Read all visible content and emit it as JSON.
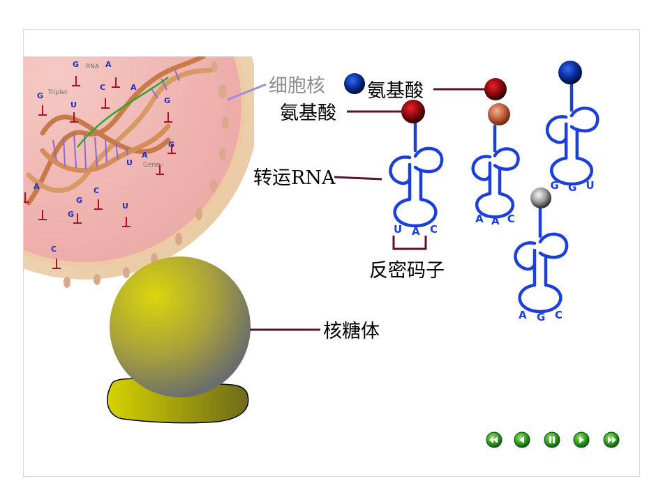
{
  "labels": {
    "nucleus": "细胞核",
    "amino_acid_1": "氨基酸",
    "amino_acid_2": "氨基酸",
    "trna": "转运RNA",
    "anticodon": "反密码子",
    "ribosome": "核糖体"
  },
  "anticodons": [
    [
      "U",
      "A",
      "C"
    ],
    [
      "A",
      "A",
      "C"
    ],
    [
      "G",
      "G",
      "U"
    ],
    [
      "A",
      "G",
      "C"
    ]
  ],
  "dna_text": {
    "rna": "RNA",
    "triplet": "Triplet",
    "gene": "Gene :",
    "bases": [
      "G",
      "A",
      "G",
      "U",
      "C",
      "A",
      "G",
      "U",
      "A",
      "G",
      "A",
      "G",
      "U",
      "C",
      "G",
      "C"
    ]
  },
  "nav": {
    "buttons": [
      "first",
      "previous",
      "pause",
      "next",
      "last"
    ]
  },
  "colors": {
    "trna": "#1a3fdc",
    "leader_line": "#5a1030",
    "nucleus_leader": "#9b8fd8",
    "ribosome": "#c8c81a",
    "nav_green": "#2f9e22"
  }
}
